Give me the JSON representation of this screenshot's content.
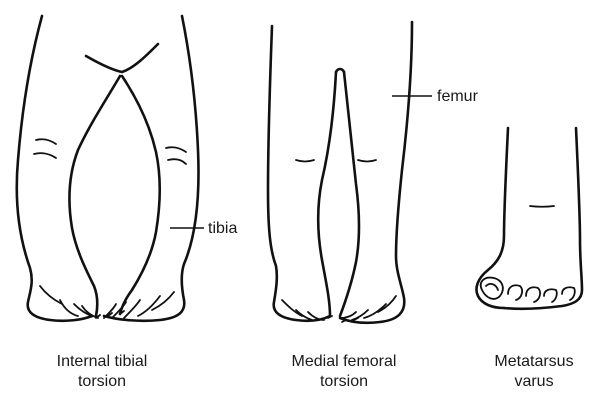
{
  "figure": {
    "labels": {
      "tibia": "tibia",
      "femur": "femur"
    },
    "captions": [
      {
        "line1": "Internal tibial",
        "line2": "torsion"
      },
      {
        "line1": "Medial femoral",
        "line2": "torsion"
      },
      {
        "line1": "Metatarsus",
        "line2": "varus"
      }
    ],
    "colors": {
      "ink": "#111111",
      "background": "#ffffff"
    }
  }
}
